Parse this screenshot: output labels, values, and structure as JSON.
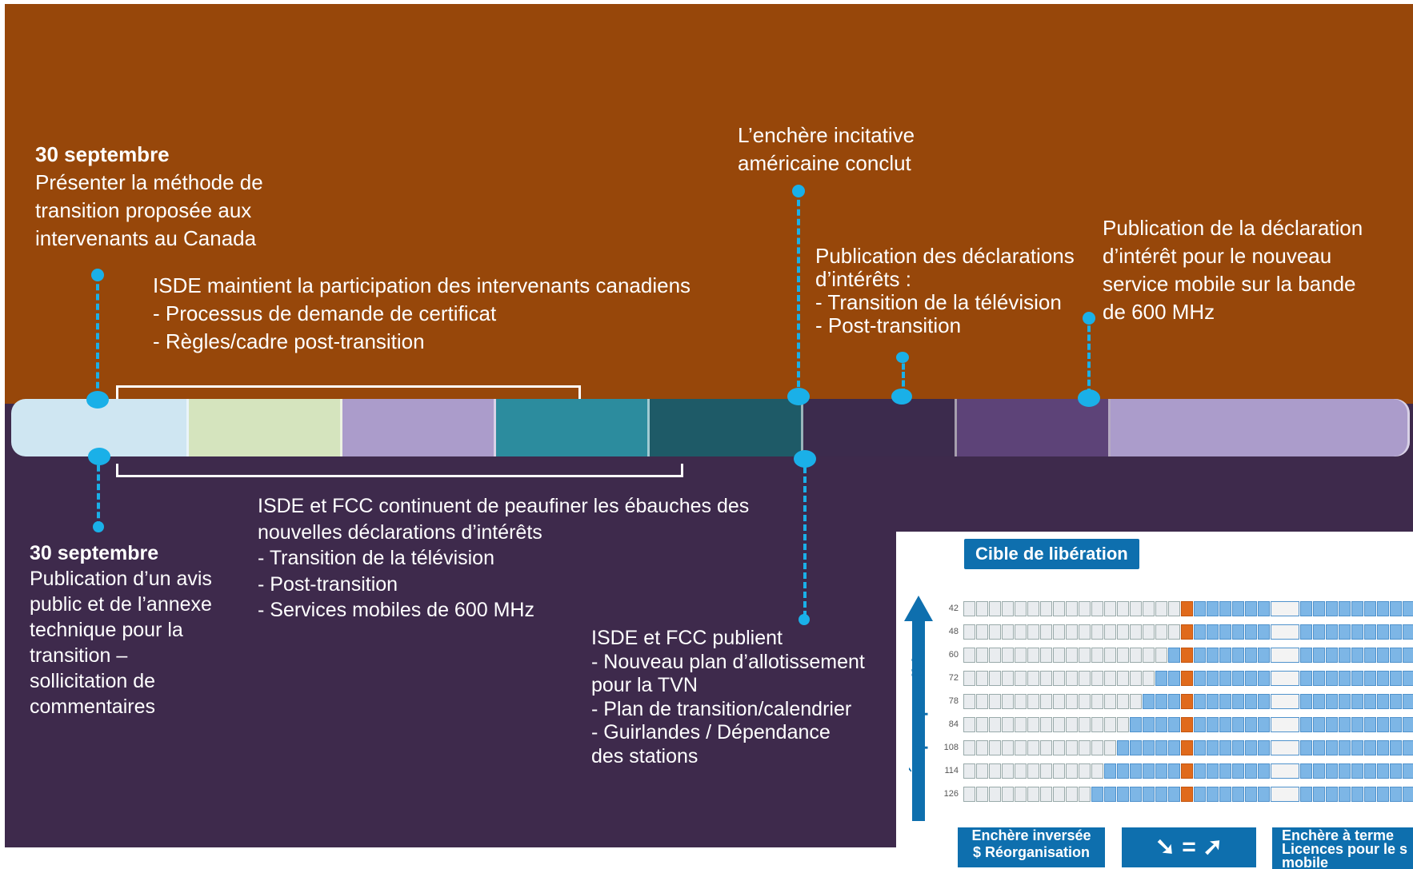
{
  "top_events": {
    "e1": {
      "date": "30 septembre",
      "lines": [
        "Présenter la méthode de",
        "transition proposée aux",
        "intervenants au Canada"
      ]
    },
    "e2": {
      "lines": [
        "ISDE maintient la participation des intervenants canadiens",
        "- Processus de demande de certificat",
        "- Règles/cadre post-transition"
      ]
    },
    "e3": {
      "lines": [
        "L’enchère incitative",
        "américaine conclut"
      ]
    },
    "e4": {
      "lines": [
        "Publication des déclarations",
        "d’intérêts :",
        "- Transition de la télévision",
        "- Post-transition"
      ]
    },
    "e5": {
      "lines": [
        "Publication de la déclaration",
        "d’intérêt pour le nouveau",
        "service mobile sur la bande",
        "de 600 MHz"
      ]
    }
  },
  "bottom_events": {
    "b1": {
      "date": "30 septembre",
      "lines": [
        "Publication d’un avis",
        "public et de l’annexe",
        "technique pour la",
        "transition –",
        "sollicitation de",
        "commentaires"
      ]
    },
    "b2": {
      "lines": [
        "ISDE et FCC continuent de peaufiner les ébauches des",
        "nouvelles déclarations d’intérêts",
        "- Transition de la télévision",
        "- Post-transition",
        "- Services mobiles de 600 MHz"
      ]
    },
    "b3": {
      "lines": [
        "ISDE et FCC publient",
        "- Nouveau plan d’allotissement",
        "pour la TVN",
        "- Plan de transition/calendrier",
        "- Guirlandes / Dépendance",
        "des stations"
      ]
    }
  },
  "timeline": {
    "segment_colors": [
      "#cfe6f2",
      "#d5e4be",
      "#ab9ccb",
      "#2c8c9e",
      "#1e5a67",
      "#3c2b4d",
      "#5d4378",
      "#ab9ccb"
    ]
  },
  "inset": {
    "target_label": "Cible de libération",
    "steps_label": "Étapes possibles",
    "row_labels": [
      "42",
      "48",
      "60",
      "72",
      "78",
      "84",
      "108",
      "114",
      "126"
    ],
    "button_left": [
      "Enchère inversée",
      "$ Réorganisation"
    ],
    "button_mid": "= ",
    "button_right": [
      "Enchère à terme",
      "Licences pour le s",
      "mobile"
    ],
    "colors": {
      "accent": "#0e6fae",
      "orange": "#e06a1c",
      "light_blue": "#7db6e6"
    }
  }
}
